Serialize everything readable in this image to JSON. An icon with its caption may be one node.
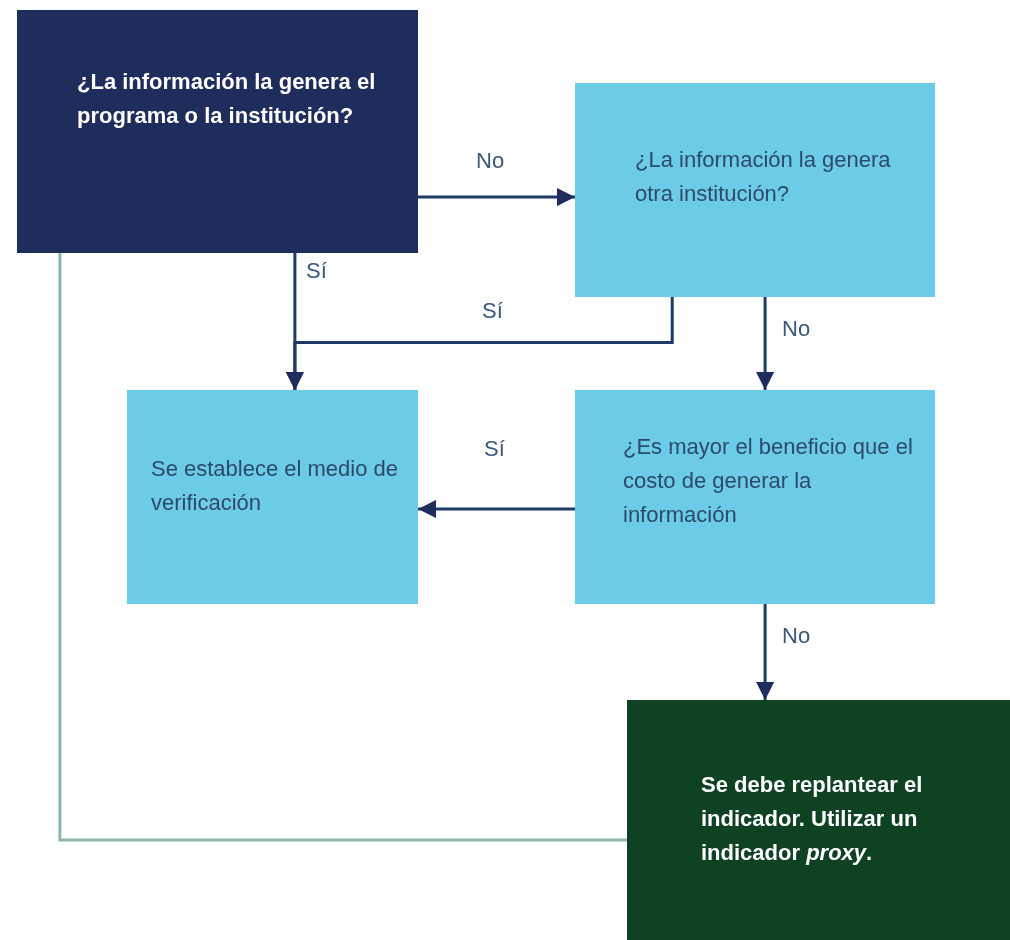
{
  "diagram": {
    "nodes": [
      {
        "text": [
          "¿La información la genera el programa o la institución?"
        ]
      },
      {
        "text": [
          "¿La información la genera otra institución?"
        ]
      },
      {
        "text": [
          "Se establece el medio de verificación"
        ]
      },
      {
        "text": [
          "¿Es mayor el beneficio que el costo de generar la información"
        ]
      },
      {
        "text": [
          "Se debe replantear el indicador. Utilizar un indicador *proxy*."
        ]
      }
    ],
    "edges": [
      {
        "from": 0,
        "to": 1,
        "arrow": "to",
        "label": "No"
      },
      {
        "from": 0,
        "to": 2,
        "arrow": "to",
        "label": "Sí"
      },
      {
        "from": 1,
        "to": 2,
        "arrow": "to",
        "label": "Sí"
      },
      {
        "from": 1,
        "to": 3,
        "arrow": "to",
        "label": "No"
      },
      {
        "from": 3,
        "to": 2,
        "arrow": "to",
        "label": "Sí"
      },
      {
        "from": 3,
        "to": 4,
        "arrow": "to",
        "label": "No"
      },
      {
        "from": 0,
        "to": 4,
        "arrow": "none",
        "color": "#8fb5b0"
      }
    ]
  }
}
